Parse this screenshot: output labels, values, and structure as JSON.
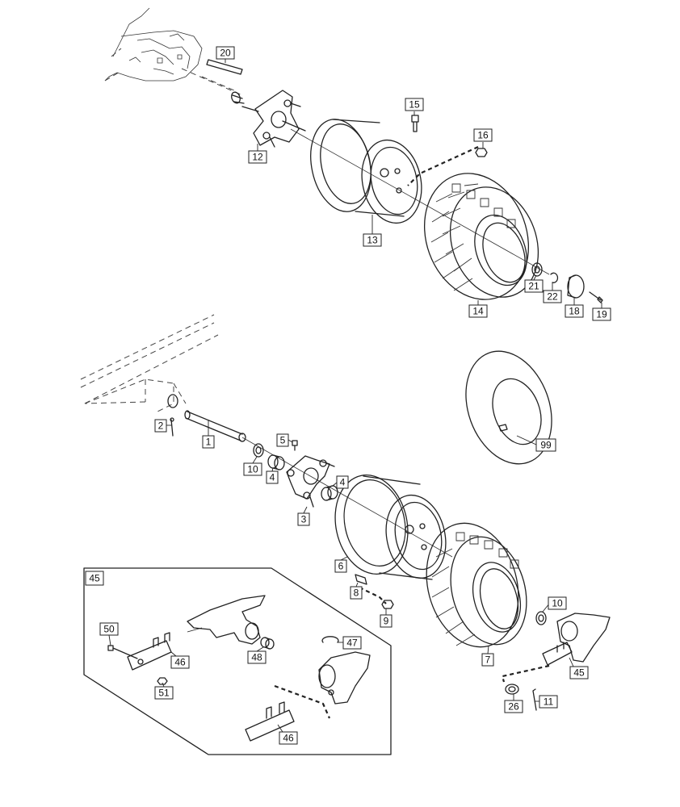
{
  "diagram": {
    "callouts": {
      "c20": "20",
      "c15": "15",
      "c16": "16",
      "c12": "12",
      "c13": "13",
      "c21": "21",
      "c22": "22",
      "c18": "18",
      "c19": "19",
      "c14": "14",
      "c2": "2",
      "c1": "1",
      "c5": "5",
      "c10a": "10",
      "c4a": "4",
      "c4b": "4",
      "c3": "3",
      "c99": "99",
      "c6": "6",
      "c8": "8",
      "c9": "9",
      "c10b": "10",
      "c7": "7",
      "c45a": "45",
      "c26": "26",
      "c11": "11",
      "c45b": "45",
      "c50": "50",
      "c46a": "46",
      "c48": "48",
      "c51": "51",
      "c47": "47",
      "c46b": "46"
    },
    "icons": {
      "tractor-frame": "tractor-frame-icon",
      "wheel-hub": "wheel-hub-icon",
      "wheel-rim": "wheel-rim-icon",
      "tire": "tire-icon",
      "inner-tube": "inner-tube-icon",
      "axle": "axle-icon",
      "bracket": "bracket-icon"
    }
  }
}
